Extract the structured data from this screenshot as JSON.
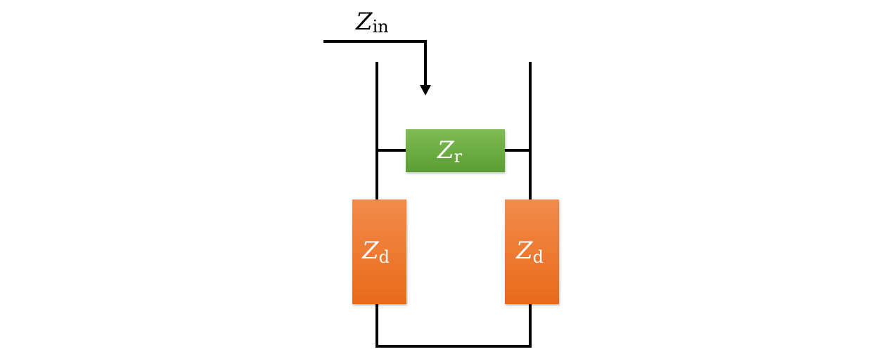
{
  "diagram": {
    "input_label": {
      "main": "Z",
      "sub": "in"
    },
    "components": [
      {
        "id": "zr",
        "main": "Z",
        "sub": "r",
        "color_top": "#7fbb55",
        "color_bottom": "#5a9e32"
      },
      {
        "id": "zd-left",
        "main": "Z",
        "sub": "d",
        "color_top": "#f28b4b",
        "color_bottom": "#e86a1b"
      },
      {
        "id": "zd-right",
        "main": "Z",
        "sub": "d",
        "color_top": "#f28b4b",
        "color_bottom": "#e86a1b"
      }
    ],
    "colors": {
      "wire": "#000000",
      "label_text_on_component": "#ffffff",
      "label_text_plain": "#000000"
    }
  }
}
